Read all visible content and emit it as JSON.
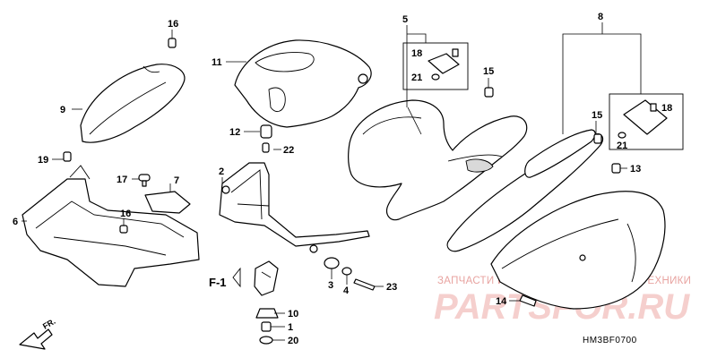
{
  "diagram": {
    "callouts": [
      "16",
      "11",
      "5",
      "8",
      "18",
      "21",
      "15",
      "15",
      "18",
      "21",
      "9",
      "12",
      "22",
      "13",
      "19",
      "17",
      "7",
      "2",
      "16",
      "6",
      "3",
      "4",
      "23",
      "14",
      "10",
      "1",
      "20"
    ],
    "reference_code": "HM3BF0700",
    "view_marker": "F-1",
    "direction_label": "FR.",
    "watermark_text": "ЗАПЧАСТИ И АКСЕССУАРЫ ДЛЯ МОТОТЕХНИКИ",
    "watermark_logo": "PARTSFOR.RU",
    "colors": {
      "line": "#000000",
      "background": "#ffffff",
      "watermark": "#e8a3a0"
    }
  }
}
